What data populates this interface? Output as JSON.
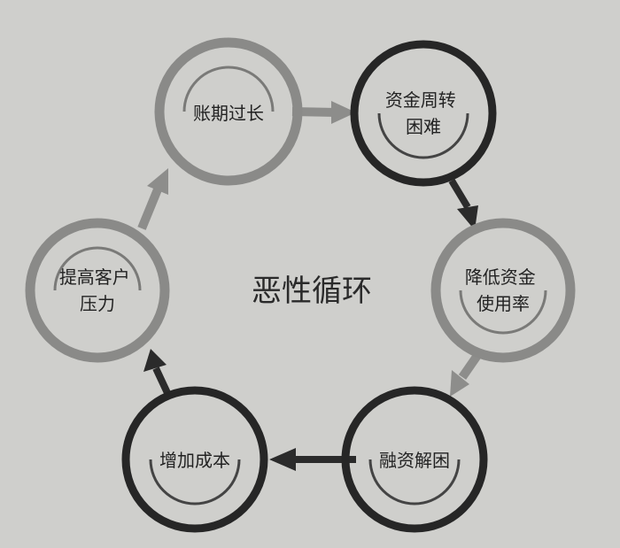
{
  "center": {
    "text": "恶性循环"
  },
  "nodes": [
    {
      "id": "n1",
      "lines": [
        "账期过长"
      ]
    },
    {
      "id": "n2",
      "lines": [
        "资金周转",
        "困难"
      ]
    },
    {
      "id": "n3",
      "lines": [
        "降低资金",
        "使用率"
      ]
    },
    {
      "id": "n4",
      "lines": [
        "融资解困"
      ]
    },
    {
      "id": "n5",
      "lines": [
        "增加成本"
      ]
    },
    {
      "id": "n6",
      "lines": [
        "提高客户",
        "压力"
      ]
    }
  ],
  "colors": {
    "background": "#cfcfcc",
    "ring_dark": "#262626",
    "ring_gray": "#8a8a88",
    "arrow_gray": "#8d8d8b",
    "arrow_dark": "#2b2b2b"
  }
}
